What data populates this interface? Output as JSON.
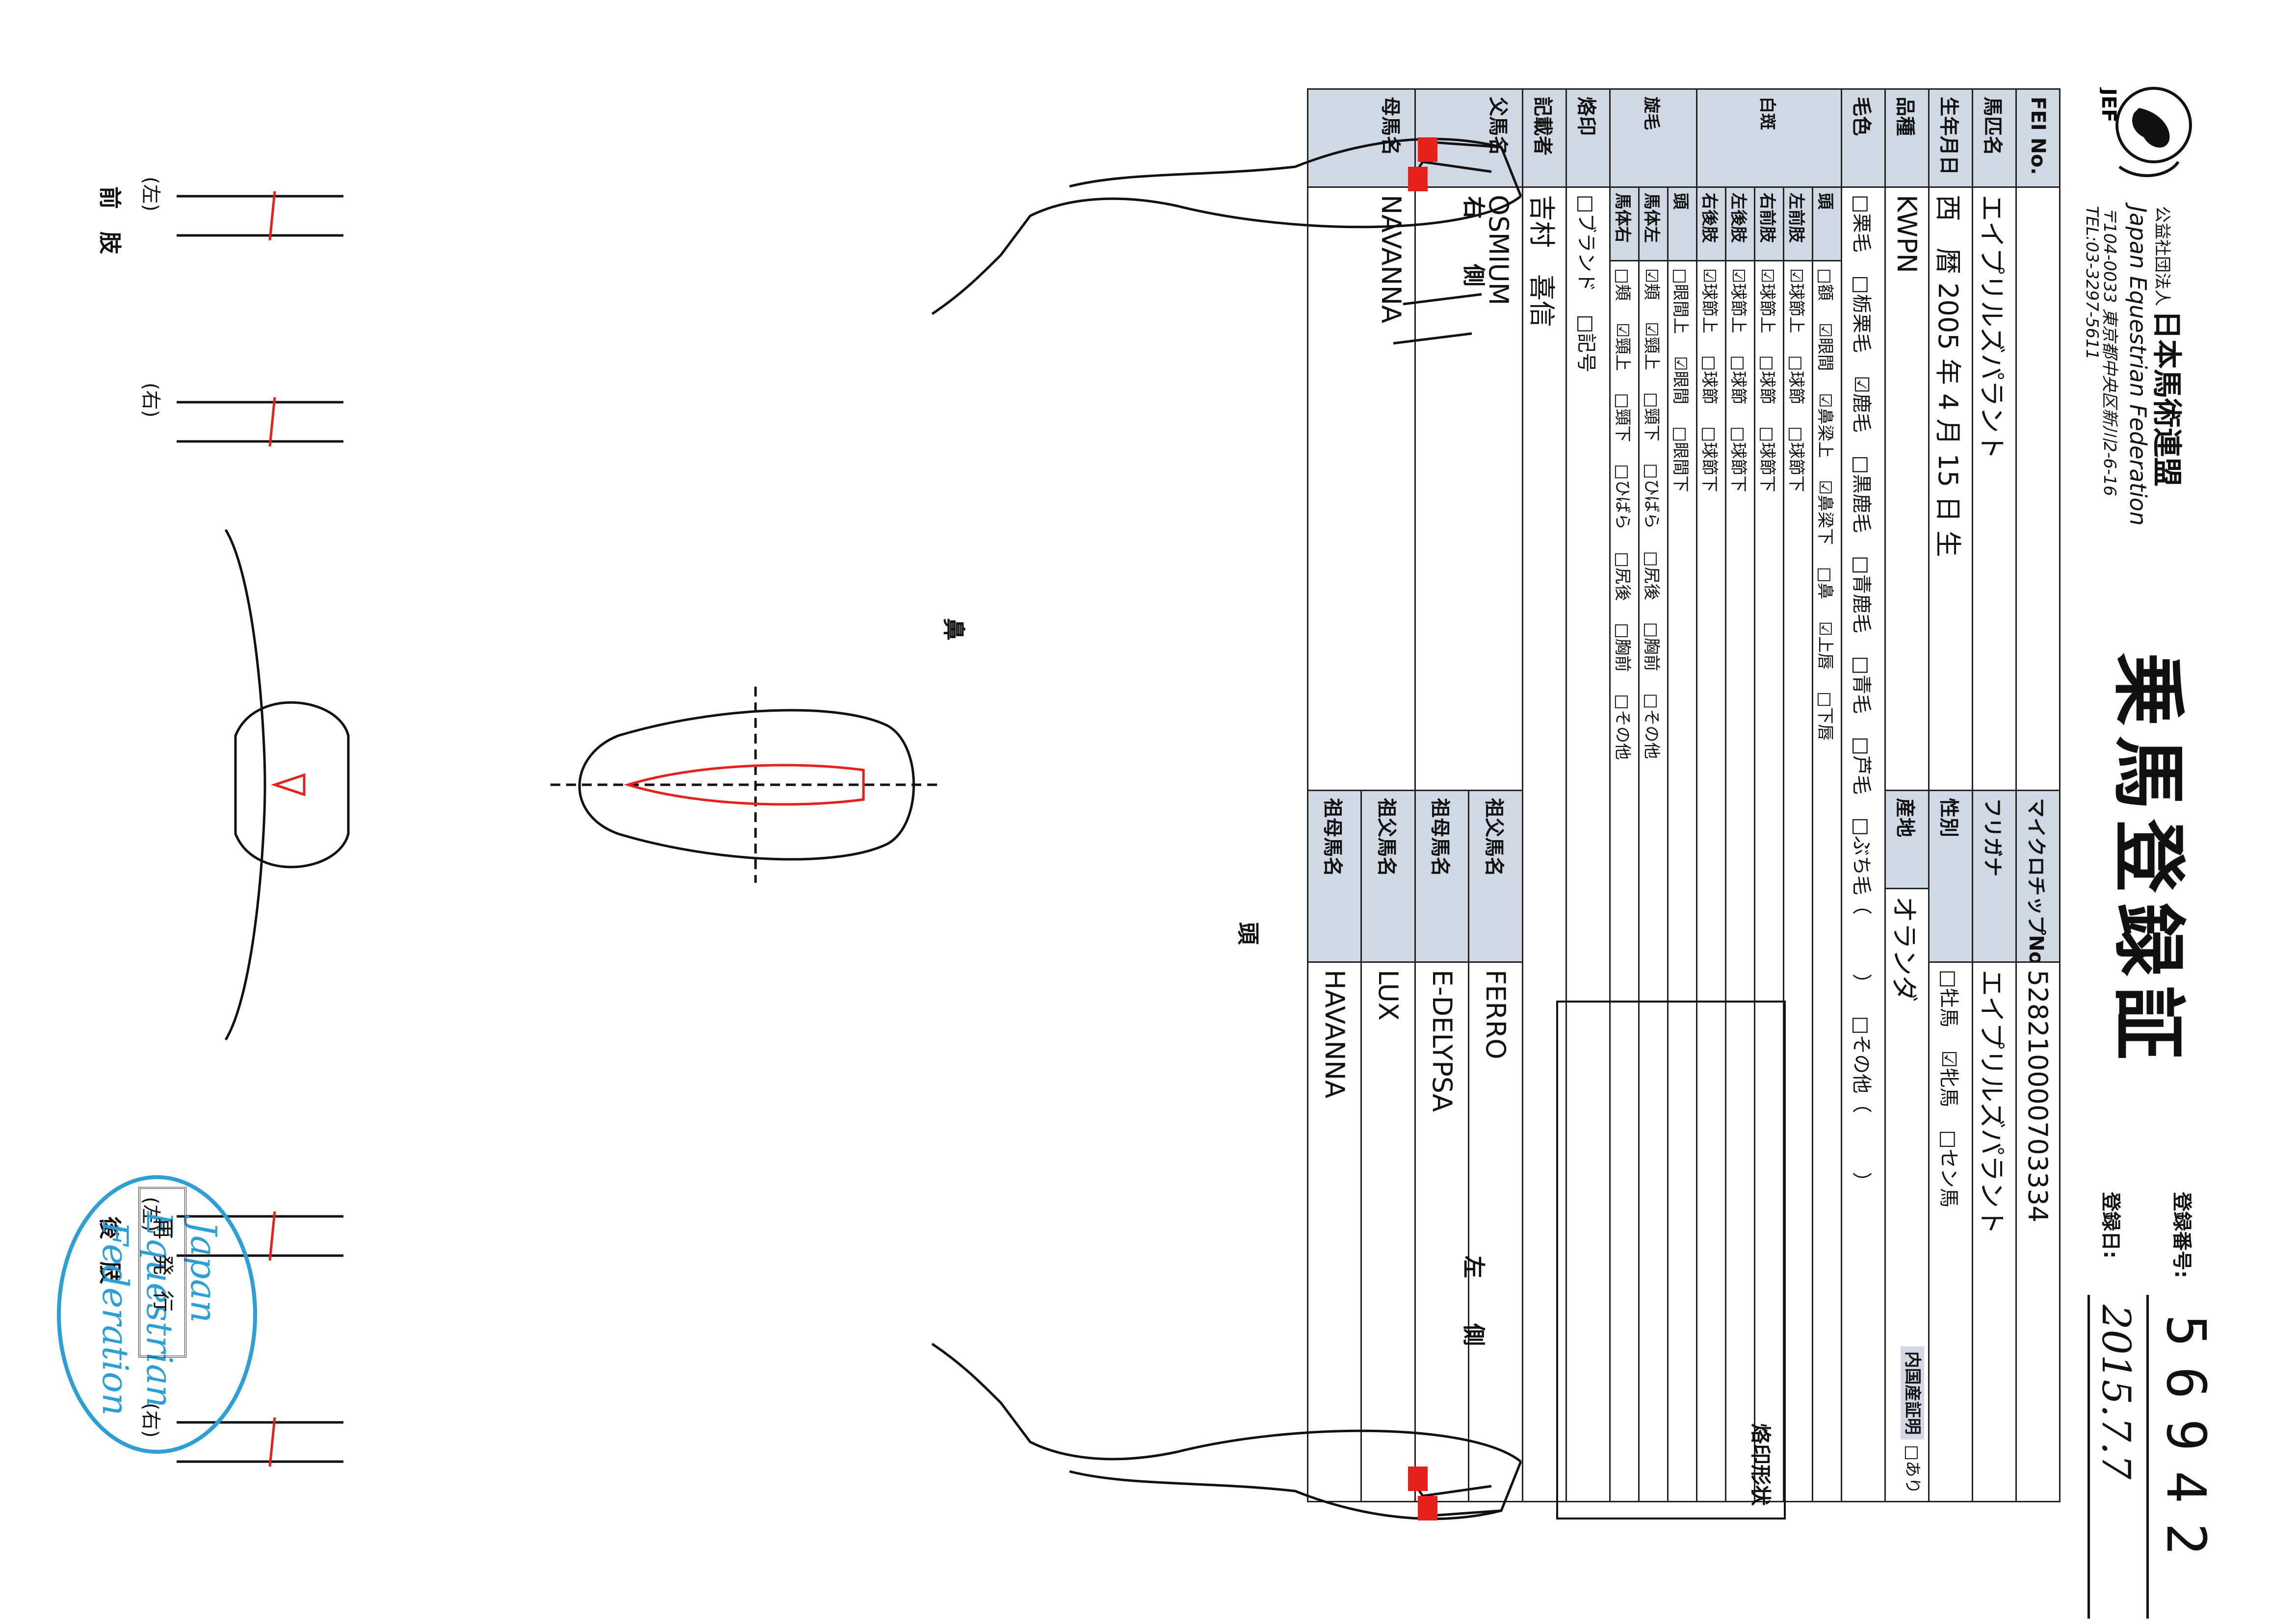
{
  "header": {
    "org_prefix": "公益社団法人",
    "org_name": "日本馬術連盟",
    "org_en": "Japan Equestrian Federation",
    "org_address": "〒104-0033 東京都中央区新川2-6-16",
    "org_tel": "TEL:03-3297-5611",
    "logo_text": "JEF",
    "title": "乗馬登録証",
    "reg_no_label": "登録番号:",
    "reg_no_value": "56942",
    "reg_date_label": "登録日:",
    "reg_date_value": "2015.7.7"
  },
  "table": {
    "fei_label": "FEI No.",
    "microchip_label": "マイクロチップNo.",
    "microchip_value": "528210000703334",
    "horse_name_label": "馬匹名",
    "horse_name_value": "エイプリルズパラント",
    "furigana_label": "フリガナ",
    "furigana_value": "エイプリルズパラント",
    "dob_label": "生年月日",
    "dob_era": "西　暦",
    "dob_year": "2005",
    "dob_year_unit": "年",
    "dob_month": "4",
    "dob_month_unit": "月",
    "dob_day": "15",
    "dob_day_unit": "日",
    "dob_suffix": "生",
    "sex_label": "性別",
    "sex_options": [
      "□牡馬",
      "☑牝馬",
      "□セン馬"
    ],
    "breed_label": "品種",
    "breed_value": "KWPN",
    "origin_label": "産地",
    "origin_value": "オランダ",
    "domestic_label": "内国産証明",
    "domestic_option": "□あり",
    "color_label": "毛色",
    "color_options": [
      "□栗毛",
      "□栃栗毛",
      "☑鹿毛",
      "□黒鹿毛",
      "□青鹿毛",
      "□青毛",
      "□芦毛",
      "□ぶち毛（　　　）",
      "□その他（　　　）"
    ],
    "white_label": "白斑",
    "head_sub": "頭",
    "head_options": [
      "□額",
      "☑眼間",
      "☑鼻梁上",
      "☑鼻梁下",
      "□鼻",
      "☑上唇",
      "□下唇"
    ],
    "lf_sub": "左前肢",
    "lf_options": [
      "☑球節上",
      "□球節",
      "□球節下"
    ],
    "rf_sub": "右前肢",
    "rf_options": [
      "☑球節上",
      "□球節",
      "□球節下"
    ],
    "lh_sub": "左後肢",
    "lh_options": [
      "☑球節上",
      "□球節",
      "□球節下"
    ],
    "rh_sub": "右後肢",
    "rh_options": [
      "☑球節上",
      "□球節",
      "□球節下"
    ],
    "whorl_label": "旋毛",
    "whorl_head_sub": "頭",
    "whorl_head_options": [
      "□眼間上",
      "☑眼間",
      "□眼間下"
    ],
    "whorl_left_sub": "馬体左",
    "whorl_left_options": [
      "☑頬",
      "☑頸上",
      "□頸下",
      "□ひばら",
      "□尻後",
      "□胸前",
      "□その他"
    ],
    "whorl_right_sub": "馬体右",
    "whorl_right_options": [
      "□頬",
      "☑頸上",
      "□頸下",
      "□ひばら",
      "□尻後",
      "□胸前",
      "□その他"
    ],
    "brand_label": "烙印",
    "brand_options": [
      "□ブランド",
      "□記号"
    ],
    "recorder_label": "記載者",
    "recorder_value": "吉村　喜信",
    "sire_label": "父馬名",
    "sire_value": "OSMIUM",
    "sire_sire_label": "祖父馬名",
    "sire_sire_value": "FERRO",
    "sire_dam_label": "祖母馬名",
    "sire_dam_value": "E-DELYPSA",
    "dam_label": "母馬名",
    "dam_value": "NAVANNA",
    "dam_sire_label": "祖父馬名",
    "dam_sire_value": "LUX",
    "dam_dam_label": "祖母馬名",
    "dam_dam_value": "HAVANNA"
  },
  "drawings": {
    "brand_shape_label": "烙印形状",
    "right_side_label": "右　　側",
    "left_side_label": "左　　側",
    "head_label": "頭",
    "nose_label": "鼻",
    "forelimbs_label": "前　肢",
    "hindlimbs_label": "後　肢",
    "limb_left": "(左)",
    "limb_right": "(右)"
  },
  "stamps": {
    "jef_stamp_line1": "Japan",
    "jef_stamp_line2": "Equestrian",
    "jef_stamp_line3": "Federation",
    "seal_text": "再発行"
  },
  "colors": {
    "mark_red": "#e8201c",
    "label_bg": "#cfd8e3",
    "stamp_blue": "#2b9fd6"
  }
}
